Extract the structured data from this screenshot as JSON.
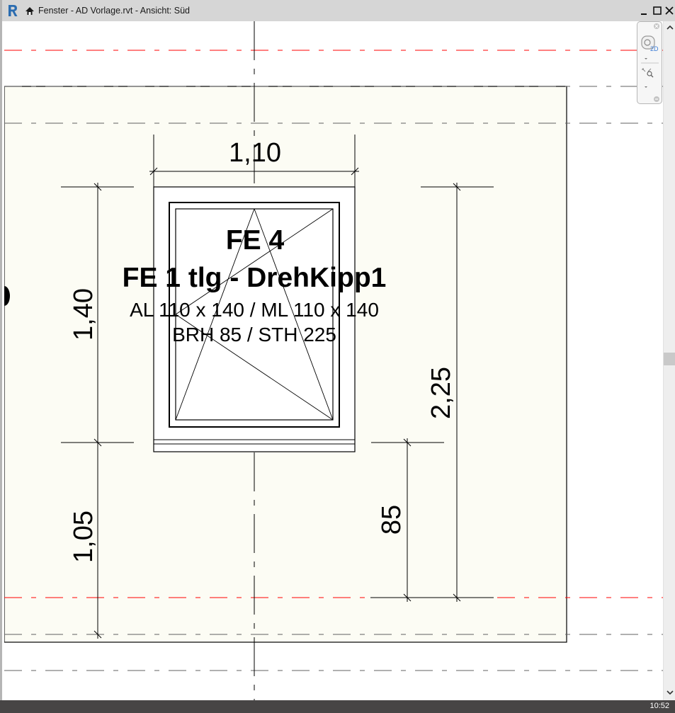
{
  "window": {
    "title": "Fenster - AD Vorlage.rvt - Ansicht: Süd",
    "app_icon": "revit-logo-icon",
    "buttons": {
      "minimize": "minimize-icon",
      "maximize": "maximize-icon",
      "close": "close-icon"
    }
  },
  "drawing": {
    "window_tag": "FE 4",
    "window_type": "FE 1 tlg - DrehKipp1",
    "dimensions_line": "AL 110 x 140 / ML 110 x 140",
    "heights_line": "BRH 85 / STH 225",
    "dim_width": "1,10",
    "dim_height_window": "1,40",
    "dim_height_below": "1,05",
    "dim_head_height": "2,25",
    "dim_sill_height": "85",
    "colors": {
      "wall_fill": "#fcfcf4",
      "level_line_red": "#ff0000",
      "ref_line_gray": "#606060",
      "line_black": "#000000"
    }
  },
  "navigation_bar": {
    "tools": [
      "close-icon",
      "steering-wheel-2d-icon",
      "dropdown-icon",
      "zoom-region-icon",
      "dropdown-icon",
      "options-icon"
    ],
    "wheel_label": "2D"
  },
  "scrollbar": {
    "up": "chevron-up-icon",
    "down": "chevron-down-icon"
  },
  "taskbar": {
    "clock": "10:52"
  }
}
